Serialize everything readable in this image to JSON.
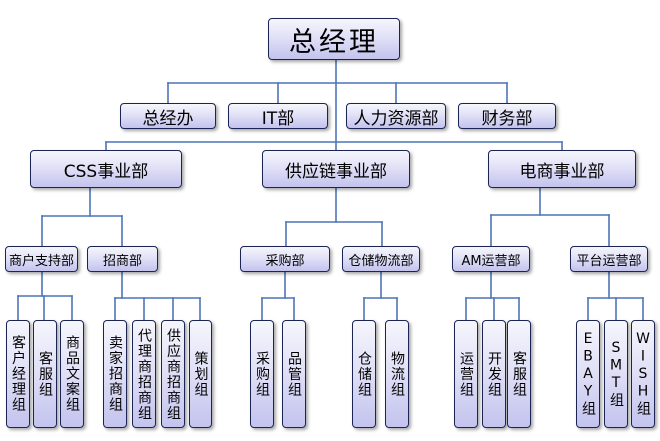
{
  "root": {
    "label": "总经理"
  },
  "staff": [
    "总经办",
    "IT部",
    "人力资源部",
    "财务部"
  ],
  "divisions": [
    {
      "label": "CSS事业部",
      "departments": [
        {
          "label": "商户支持部",
          "groups": [
            "客户经理组",
            "客服组",
            "商品文案组"
          ]
        },
        {
          "label": "招商部",
          "groups": [
            "卖家招商组",
            "代理商招商组",
            "供应商招商组",
            "策划组"
          ]
        }
      ]
    },
    {
      "label": "供应链事业部",
      "departments": [
        {
          "label": "采购部",
          "groups": [
            "采购组",
            "品管组"
          ]
        },
        {
          "label": "仓储物流部",
          "groups": [
            "仓储组",
            "物流组"
          ]
        }
      ]
    },
    {
      "label": "电商事业部",
      "departments": [
        {
          "label": "AM运营部",
          "groups": [
            "运营组",
            "开发组",
            "客服组"
          ]
        },
        {
          "label": "平台运营部",
          "groups": [
            "EBAY组",
            "SMT组",
            "WISH组"
          ]
        }
      ]
    }
  ],
  "colors": {
    "node_border": "#1b2452",
    "node_fill_top": "#f6f6fd",
    "node_fill_bottom": "#c3c3ee",
    "connector": "#4d74b8"
  }
}
